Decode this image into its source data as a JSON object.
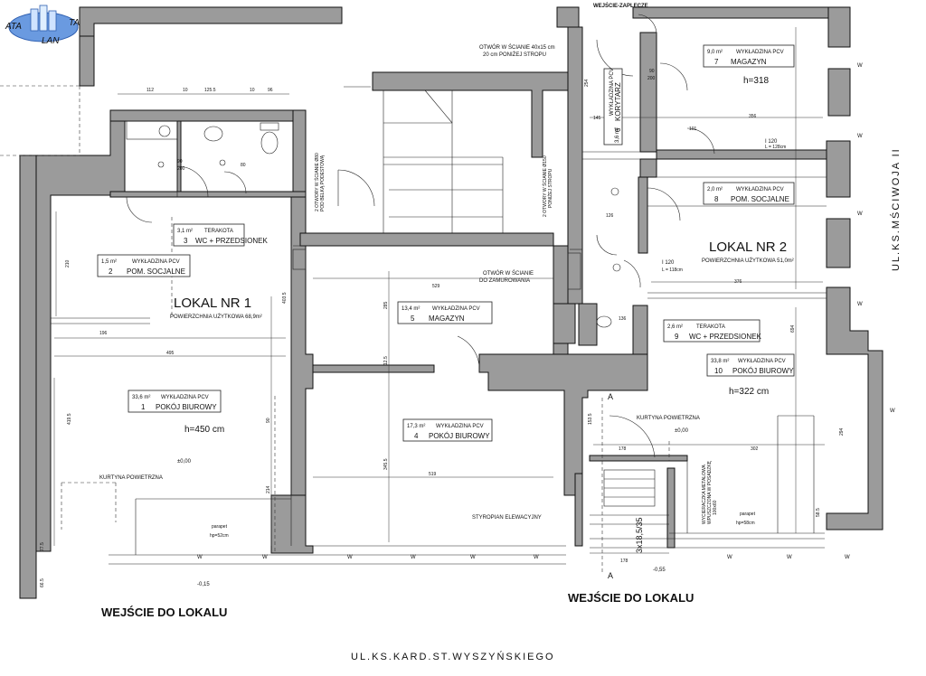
{
  "logo": {
    "line1": "ATA",
    "line2": "TA",
    "line3": "LAN"
  },
  "streets": {
    "bottom": "UL.KS.KARD.ST.WYSZYŃSKIEGO",
    "right": "UL.KS.MŚCIWOJA II"
  },
  "entrances": {
    "left": "WEJŚCIE DO LOKALU",
    "right": "WEJŚCIE DO LOKALU",
    "top": "WEJŚCIE-ZAPLECZE"
  },
  "units": {
    "lokal1": {
      "title": "LOKAL NR 1",
      "area": "POWIERZCHNIA UŻYTKOWA 68,9m²"
    },
    "lokal2": {
      "title": "LOKAL NR 2",
      "area": "POWIERZCHNIA UŻYTKOWA 51,0m²"
    }
  },
  "heights": {
    "r1": "h=450 cm",
    "r10": "h=322 cm",
    "r7": "h=318"
  },
  "rooms": [
    {
      "area": "3,1 m²",
      "finish": "TERAKOTA",
      "num": "3",
      "name": "WC + PRZEDSIONEK"
    },
    {
      "area": "1,5 m²",
      "finish": "WYKŁADZINA PCV",
      "num": "2",
      "name": "POM. SOCJALNE"
    },
    {
      "area": "13,4 m²",
      "finish": "WYKŁADZINA PCV",
      "num": "5",
      "name": "MAGAZYN"
    },
    {
      "area": "33,6 m²",
      "finish": "WYKŁADZINA PCV",
      "num": "1",
      "name": "POKÓJ BIUROWY"
    },
    {
      "area": "17,3 m²",
      "finish": "WYKŁADZINA PCV",
      "num": "4",
      "name": "POKÓJ BIUROWY"
    },
    {
      "area": "9,0 m²",
      "finish": "WYKŁADZINA PCV",
      "num": "7",
      "name": "MAGAZYN"
    },
    {
      "area": "2,0 m²",
      "finish": "WYKŁADZINA PCV",
      "num": "8",
      "name": "POM. SOCJALNE"
    },
    {
      "area": "2,6 m²",
      "finish": "TERAKOTA",
      "num": "9",
      "name": "WC + PRZEDSIONEK"
    },
    {
      "area": "33,8 m²",
      "finish": "WYKŁADZINA PCV",
      "num": "10",
      "name": "POKÓJ BIUROWY"
    }
  ],
  "corridor": {
    "area": "3,6 m²",
    "finish": "WYKŁADZINA PCV",
    "num": "6",
    "name": "KORYTARZ"
  },
  "notes": {
    "opening_top": "OTWÓR W ŚCIANIE 40x15 cm",
    "opening_top2": "20 cm PONIŻEJ STROPU",
    "opening_mid": "OTWÓR W ŚCIANIE",
    "opening_mid2": "DO ZAMUROWANIA",
    "curtain_left": "KURTYNA POWIETRZNA",
    "curtain_right": "KURTYNA POWIETRZNA",
    "styropian": "STYROPIAN ELEWACYJNY",
    "wyczyst": "WYCIERACZKA METALOWA",
    "wyczyst2": "WPUSZCZONA W POSADZKĘ",
    "wyczyst3": "100x60",
    "stairs": "3x18,5/35",
    "parapet_l": "parapet",
    "parapet_l2": "hp=52cm",
    "parapet_r": "parapet",
    "parapet_r2": "hp=58cm",
    "lvl0": "±0,00",
    "lvl0b": "±0,00",
    "lvlm015": "-0,15",
    "lvlm055": "-0,55",
    "beam1": "I 120",
    "beam1b": "L = 128cm",
    "beam2": "I 120",
    "beam2b": "L = 118cm",
    "otwory1": "2 OTWORY W ŚCIANIE Ø80",
    "otwory1b": "POD BELKĄ PODESTOWĄ",
    "otwory2": "2 OTWORY W ŚCIANIE Ø150",
    "otwory2b": "PONIŻEJ STROPU",
    "sectionA": "A",
    "sectionA2": "A"
  },
  "dims": {
    "d112": "112",
    "d10a": "10",
    "d1255": "125.5",
    "d10b": "10",
    "d96a": "96",
    "d210": "210",
    "d196": "196",
    "d495": "495",
    "d4195": "419.5",
    "d4035": "403.5",
    "d529": "529",
    "d519": "519",
    "d3455": "345.5",
    "d285": "285",
    "d125": "12.5",
    "d376": "376",
    "d302": "302",
    "d178a": "178",
    "d178b": "178",
    "d1535": "153.5",
    "d136": "136",
    "d126": "126",
    "d145": "145",
    "d101": "101",
    "d356": "356",
    "d254": "254",
    "d694": "694",
    "d294": "294",
    "d585": "58.5",
    "d665": "66.5",
    "d775": "77.5",
    "d214": "214",
    "d90": "90",
    "door9020": "90",
    "door200": "200",
    "door80": "80",
    "w": "W"
  }
}
